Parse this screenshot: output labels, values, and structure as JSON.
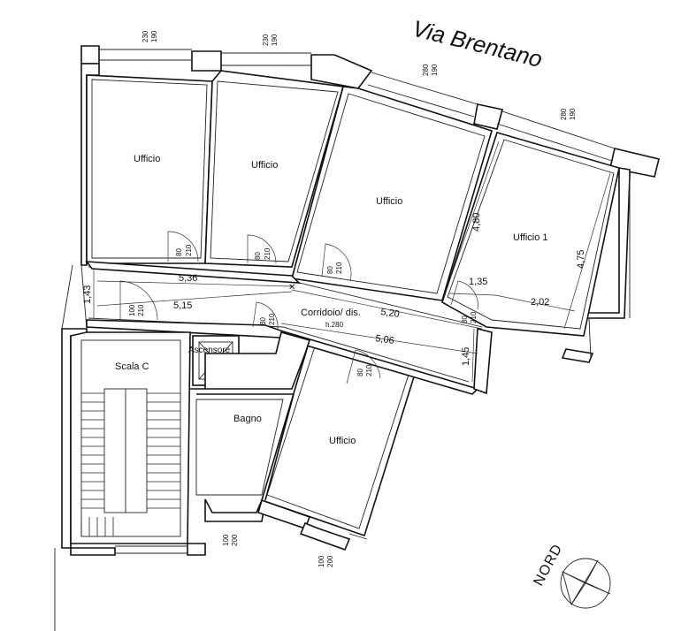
{
  "street_label": "Via Brentano",
  "north_label": "NORD",
  "rooms": {
    "ufficio_1": "Ufficio",
    "ufficio_2": "Ufficio",
    "ufficio_3": "Ufficio",
    "ufficio_4": "Ufficio 1",
    "ufficio_5": "Ufficio",
    "corridoio": "Corridoio/ dis.",
    "corridoio_height": "h.280",
    "scala": "Scala C",
    "ascensore": "Ascensore",
    "bagno": "Bagno"
  },
  "dimensions": {
    "d_536": "5,36",
    "d_515": "5,15",
    "d_520": "5,20",
    "d_506": "5,06",
    "d_143": "1,43",
    "d_145": "1,45",
    "d_480": "4,80",
    "d_475": "4,75",
    "d_135": "1,35",
    "d_202": "2,02"
  },
  "windows": {
    "w1a": "230",
    "w1b": "190",
    "w2a": "230",
    "w2b": "190",
    "w3a": "280",
    "w3b": "190",
    "w4a": "280",
    "w4b": "190",
    "w5a": "100",
    "w5b": "200",
    "w6a": "100",
    "w6b": "200"
  },
  "doors": {
    "d1a": "80",
    "d1b": "210",
    "d2a": "80",
    "d2b": "210",
    "d3a": "80",
    "d3b": "210",
    "d4a": "80",
    "d4b": "210",
    "d5a": "100",
    "d5b": "210",
    "d6a": "80",
    "d6b": "210",
    "d7a": "80",
    "d7b": "210"
  }
}
